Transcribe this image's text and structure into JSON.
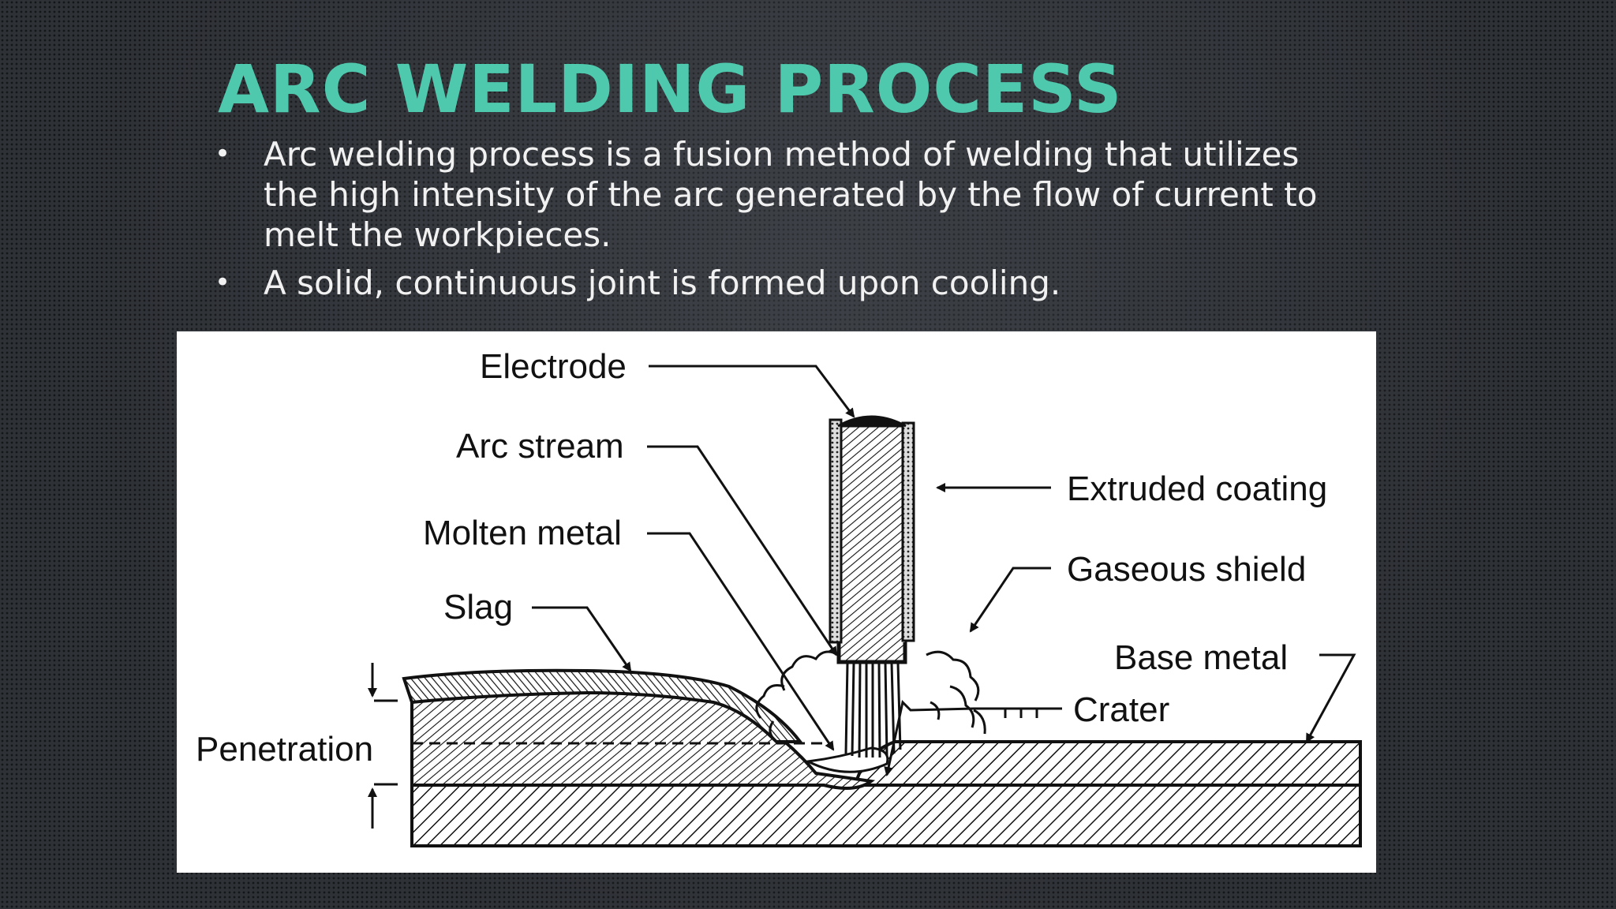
{
  "slide": {
    "title": "ARC WELDING PROCESS",
    "bullets": [
      "Arc welding process is a fusion method of welding that utilizes the high intensity of the arc generated by the flow of current to melt the workpieces.",
      "A solid, continuous joint is formed upon cooling."
    ],
    "bullet_glyph": "•"
  },
  "diagram": {
    "labels": {
      "electrode": "Electrode",
      "arc_stream": "Arc stream",
      "molten_metal": "Molten metal",
      "slag": "Slag",
      "penetration": "Penetration",
      "extruded_coating": "Extruded coating",
      "gaseous_shield": "Gaseous shield",
      "base_metal": "Base metal",
      "crater": "Crater"
    }
  },
  "colors": {
    "title": "#4ec9ad",
    "text": "#f1f1f1",
    "background": "#2e3136"
  }
}
